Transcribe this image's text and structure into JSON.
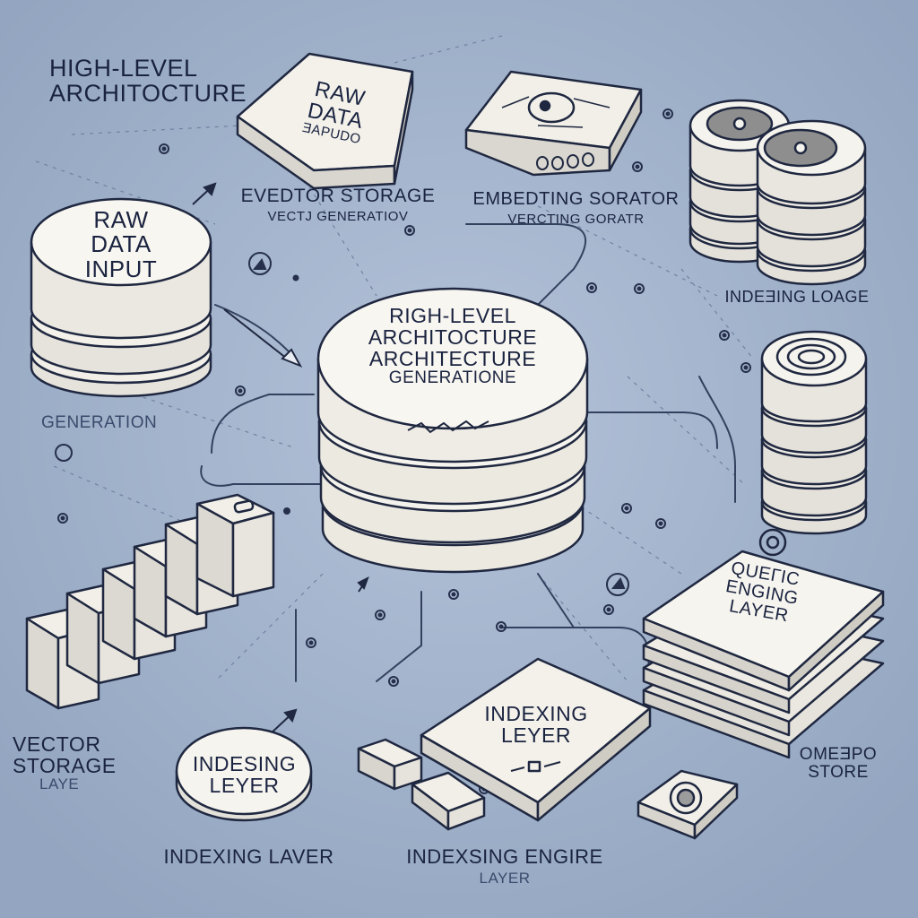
{
  "title": [
    "HIGH-LEVEL",
    "ARCHITOCTURE"
  ],
  "center_block": [
    "RIGH-LEVEL",
    "ARCHITOCTURE",
    "ARCHITECTURE",
    "GENERATIONE"
  ],
  "raw_data_input_cylinder": [
    "RAW",
    "DATA",
    "INPUT"
  ],
  "raw_data_plate": [
    "RAW",
    "DATA",
    "ƎAPUDO"
  ],
  "evedtor_storage": [
    "EVEDTOR STORAGE",
    "VECTJ GENERATIOV"
  ],
  "embedding_sorator": [
    "EMBEDTING SORATOR",
    "VERCTING GORATR"
  ],
  "indeing_loage": "INDEƎING LOAGE",
  "generation": "GENERATION",
  "vector_storage_layer": [
    "VECTOR",
    "STORAGE",
    "LAYE"
  ],
  "indesing_leyer_disc": [
    "INDESING",
    "LEYER"
  ],
  "indexing_layer_bottom": "INDEXING LAVER",
  "indexing_leyer_plate": [
    "INDEXING",
    "LEYER"
  ],
  "indexsing_engine": [
    "INDEXSING ENGIRE",
    "LAYER"
  ],
  "queric_engine_layer": [
    "QUEГIC",
    "ENGING",
    "LAYER"
  ],
  "omespo_store": [
    "OMEƎPO",
    "STORE"
  ],
  "colors": {
    "background": "#9fb0c9",
    "block_fill": "#f1eee6",
    "block_side": "#dcd9d2",
    "outline": "#1f2840",
    "ink": "#1e2a48"
  },
  "icons": [
    "arrow-icon",
    "node-dot-icon",
    "sensor-icon"
  ]
}
